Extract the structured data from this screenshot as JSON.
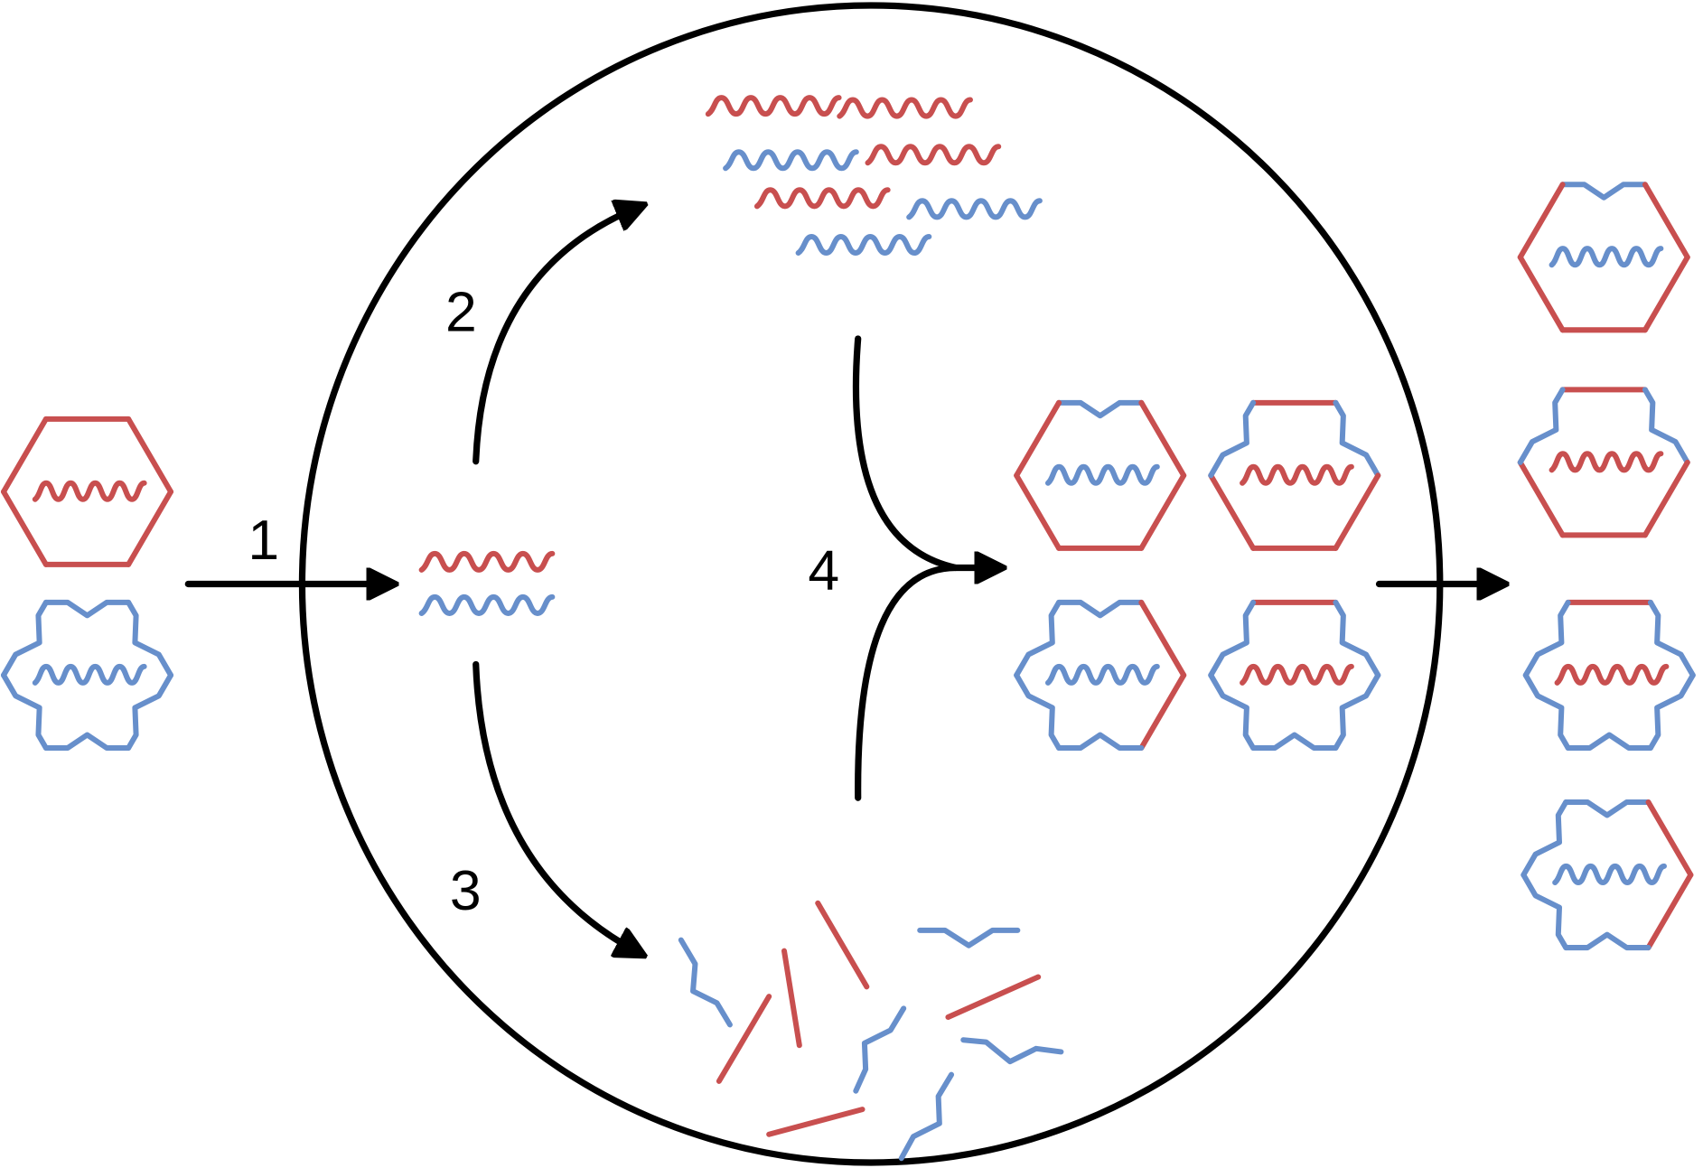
{
  "colors": {
    "red": "#c84f4f",
    "blue": "#678fcb",
    "black": "#000000"
  },
  "steps": {
    "step1": "1",
    "step2": "2",
    "step3": "3",
    "step4": "4"
  },
  "capsids": {
    "input": [
      {
        "edges": [
          "red",
          "red",
          "red",
          "red",
          "red",
          "red"
        ],
        "genome": "red"
      },
      {
        "edges": [
          "blue",
          "blue",
          "blue",
          "blue",
          "blue",
          "blue"
        ],
        "genome": "blue"
      }
    ],
    "assembled": [
      {
        "edges": [
          "blue",
          "red",
          "red",
          "red",
          "red",
          "red"
        ],
        "genome": "blue"
      },
      {
        "edges": [
          "red",
          "blue",
          "red",
          "red",
          "red",
          "blue"
        ],
        "genome": "red"
      },
      {
        "edges": [
          "blue",
          "red",
          "red",
          "blue",
          "blue",
          "blue"
        ],
        "genome": "blue"
      },
      {
        "edges": [
          "red",
          "blue",
          "blue",
          "blue",
          "blue",
          "blue"
        ],
        "genome": "red"
      }
    ],
    "released": [
      {
        "edges": [
          "blue",
          "red",
          "red",
          "red",
          "red",
          "red"
        ],
        "genome": "blue"
      },
      {
        "edges": [
          "red",
          "blue",
          "red",
          "red",
          "red",
          "blue"
        ],
        "genome": "red"
      },
      {
        "edges": [
          "red",
          "blue",
          "blue",
          "blue",
          "blue",
          "blue"
        ],
        "genome": "red"
      },
      {
        "edges": [
          "blue",
          "red",
          "red",
          "blue",
          "blue",
          "blue"
        ],
        "genome": "blue"
      }
    ]
  },
  "genomes": {
    "uncoated": [
      "red",
      "blue"
    ],
    "replicated": [
      "red",
      "red",
      "blue",
      "red",
      "red",
      "blue",
      "blue"
    ]
  }
}
